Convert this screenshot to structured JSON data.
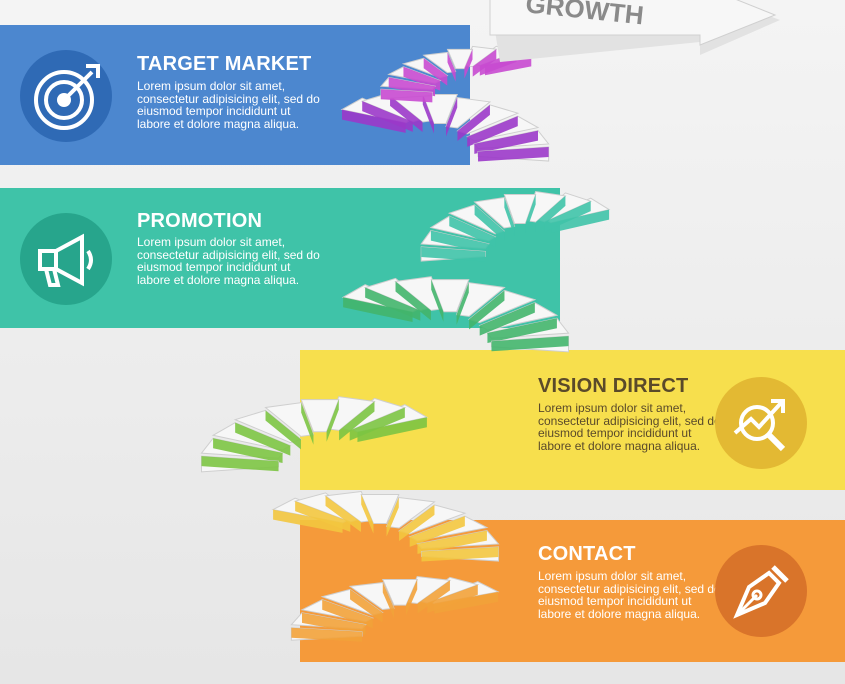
{
  "arrow": {
    "label": "GROWTH"
  },
  "steps": [
    {
      "title": "TARGET MARKET",
      "text": "Lorem ipsum dolor sit amet, consectetur adipisicing elit, sed do eiusmod tempor incididunt ut labore et dolore magna aliqua.",
      "color": "#4c87cf",
      "icon_bg": "#2f6ab5",
      "icon": "target-icon"
    },
    {
      "title": "PROMOTION",
      "text": "Lorem ipsum dolor sit amet, consectetur adipisicing elit, sed do eiusmod tempor incididunt ut labore et dolore magna aliqua.",
      "color": "#3fc3a8",
      "icon_bg": "#27a58c",
      "icon": "megaphone-icon"
    },
    {
      "title": "VISION DIRECT",
      "text": "Lorem ipsum dolor sit amet, consectetur adipisicing elit, sed do eiusmod tempor incididunt ut labore et dolore magna aliqua.",
      "color": "#f7df4d",
      "icon_bg": "#e3b933",
      "icon": "magnifier-growth-icon"
    },
    {
      "title": "CONTACT",
      "text": "Lorem ipsum dolor sit amet, consectetur adipisicing elit, sed do eiusmod tempor incididunt ut labore et dolore magna aliqua.",
      "color": "#f59a3a",
      "icon_bg": "#d9742a",
      "icon": "pen-nib-icon"
    }
  ],
  "colors": {
    "title_dark": "#ffffff",
    "title_light": "#5a4a2a",
    "stair_white": "#f7f7f7",
    "stair_side": "#d4d4d4"
  }
}
